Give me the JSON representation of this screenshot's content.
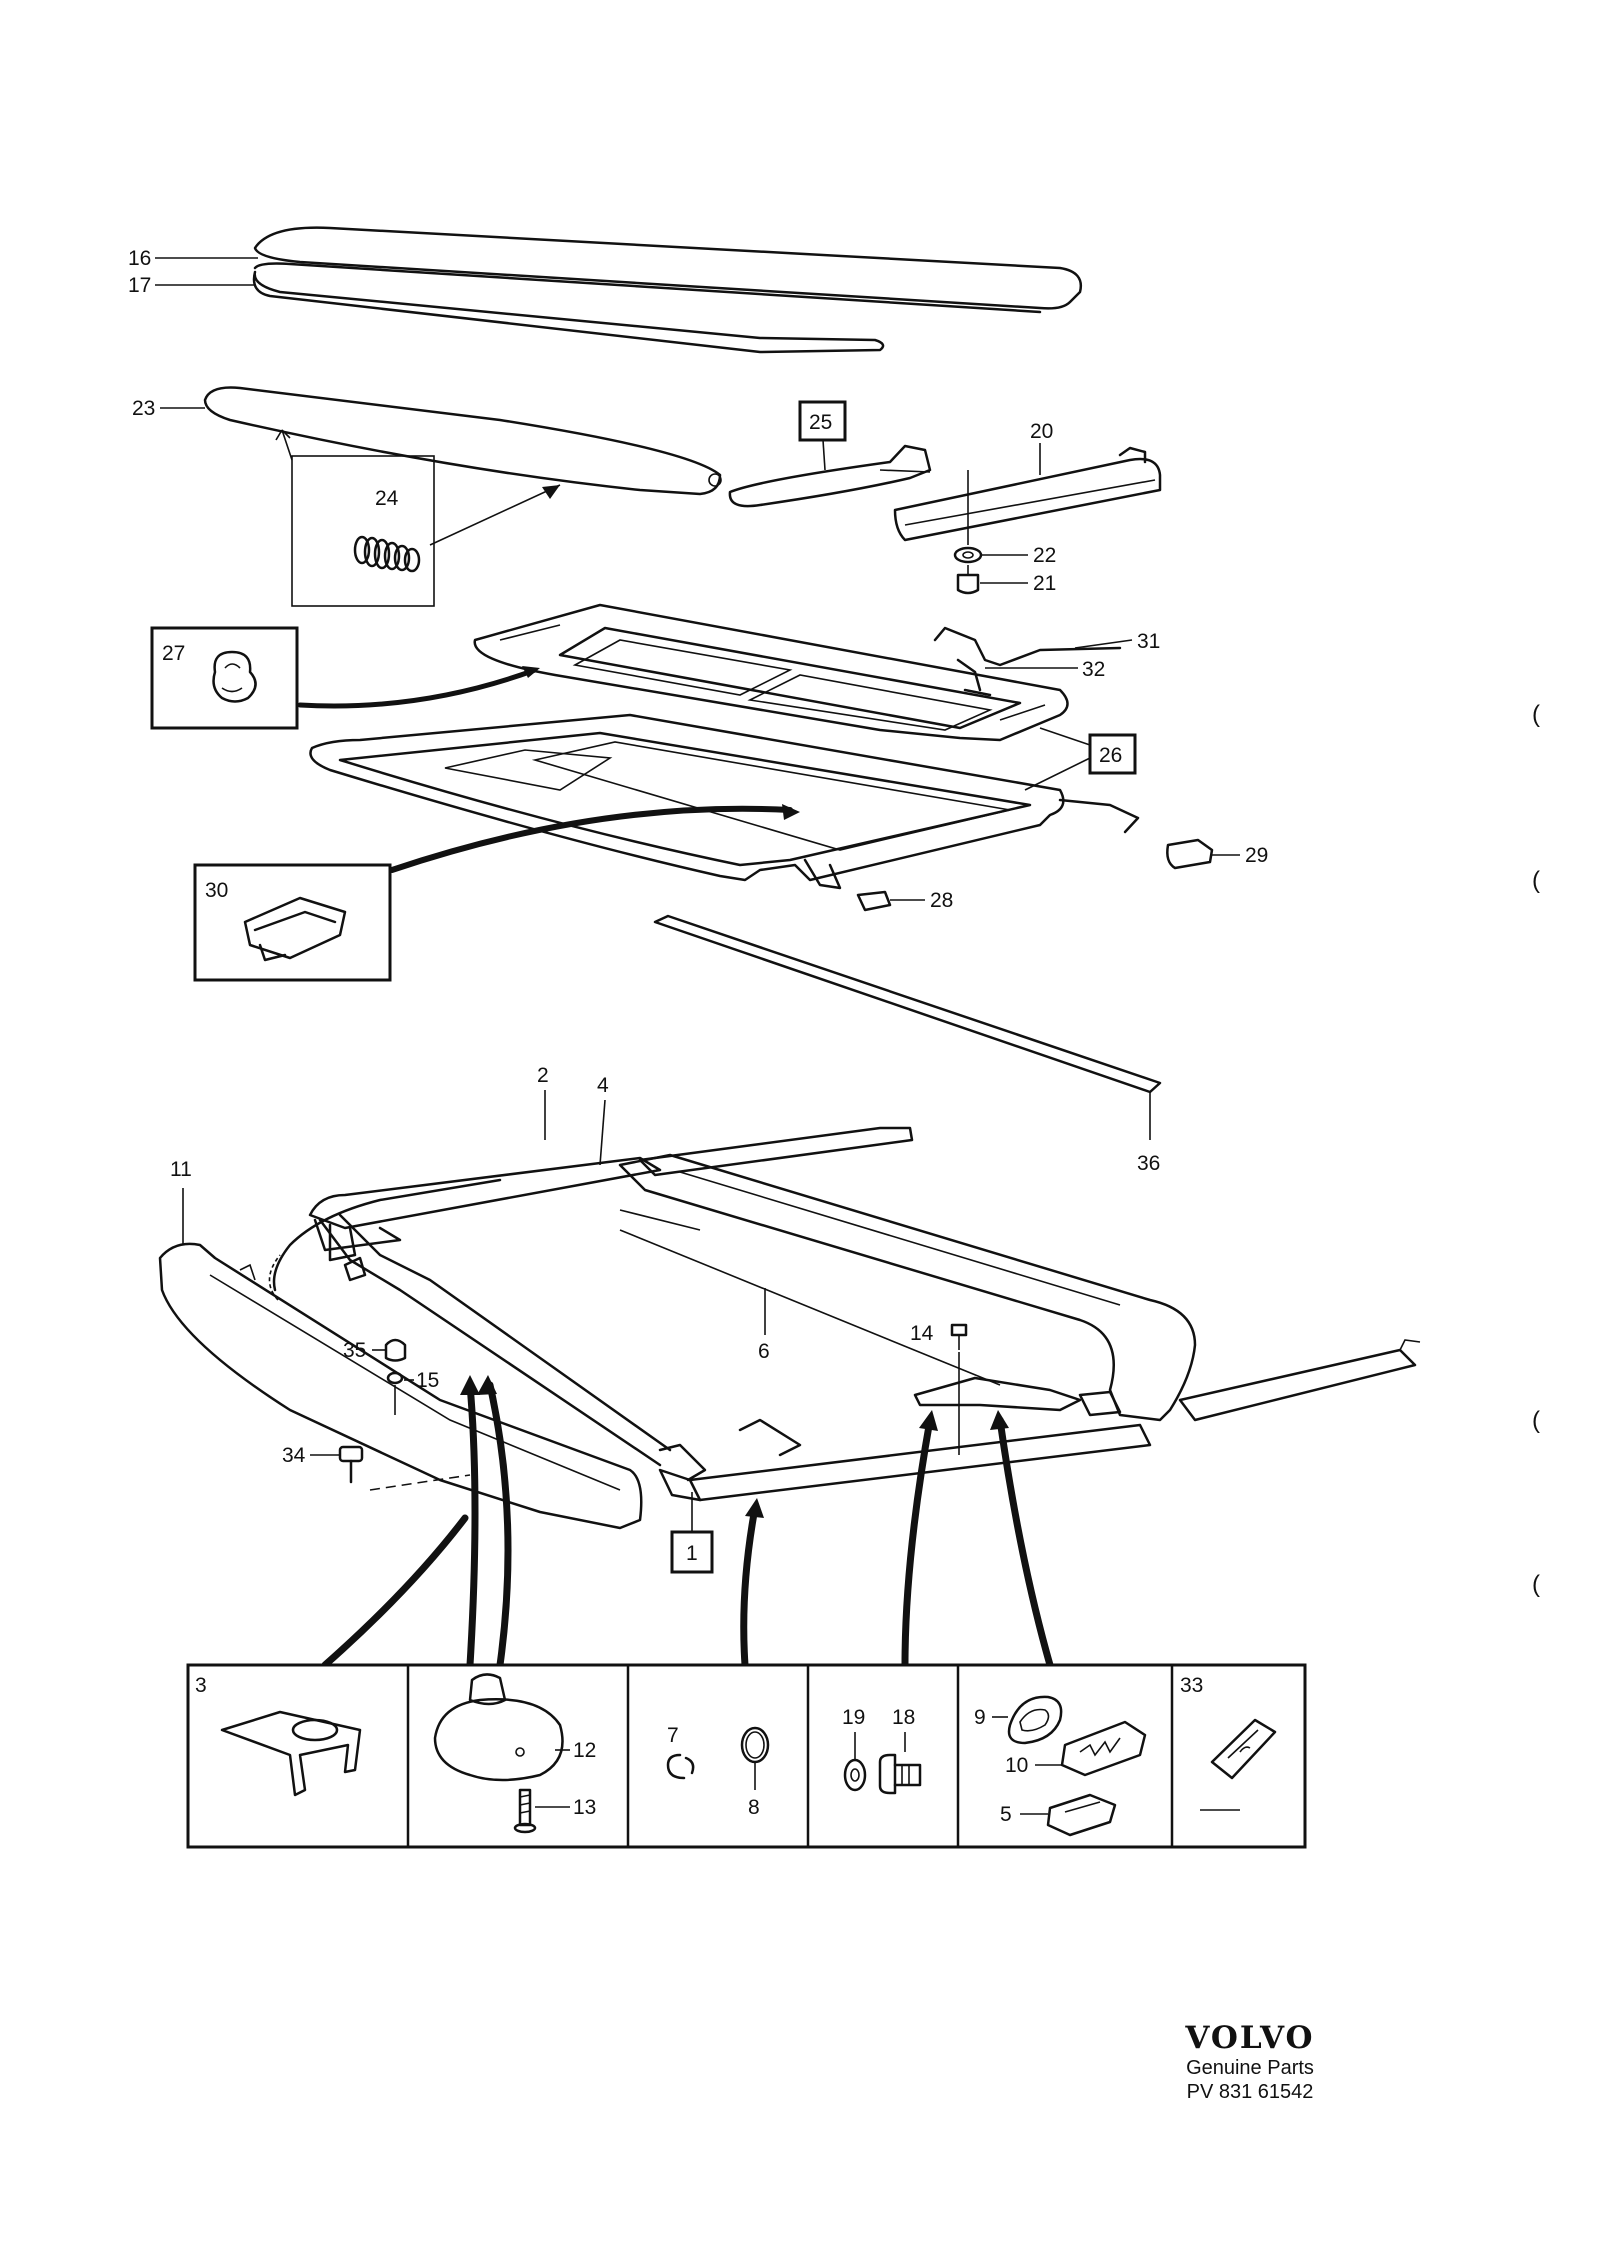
{
  "callouts": {
    "c16": "16",
    "c17": "17",
    "c23": "23",
    "c24": "24",
    "c25": "25",
    "c20": "20",
    "c22": "22",
    "c21": "21",
    "c27": "27",
    "c31": "31",
    "c32": "32",
    "c26": "26",
    "c29": "29",
    "c30": "30",
    "c28": "28",
    "c36": "36",
    "c2": "2",
    "c4": "4",
    "c11": "11",
    "c6": "6",
    "c14": "14",
    "c35": "35",
    "c15": "15",
    "c34": "34",
    "c1": "1",
    "c3": "3",
    "c12": "12",
    "c13": "13",
    "c7": "7",
    "c8": "8",
    "c19": "19",
    "c18": "18",
    "c9": "9",
    "c10": "10",
    "c5": "5",
    "c33": "33"
  },
  "brand": {
    "logo": "VOLVO",
    "tagline": "Genuine Parts",
    "reference": "PV 831 61542"
  }
}
